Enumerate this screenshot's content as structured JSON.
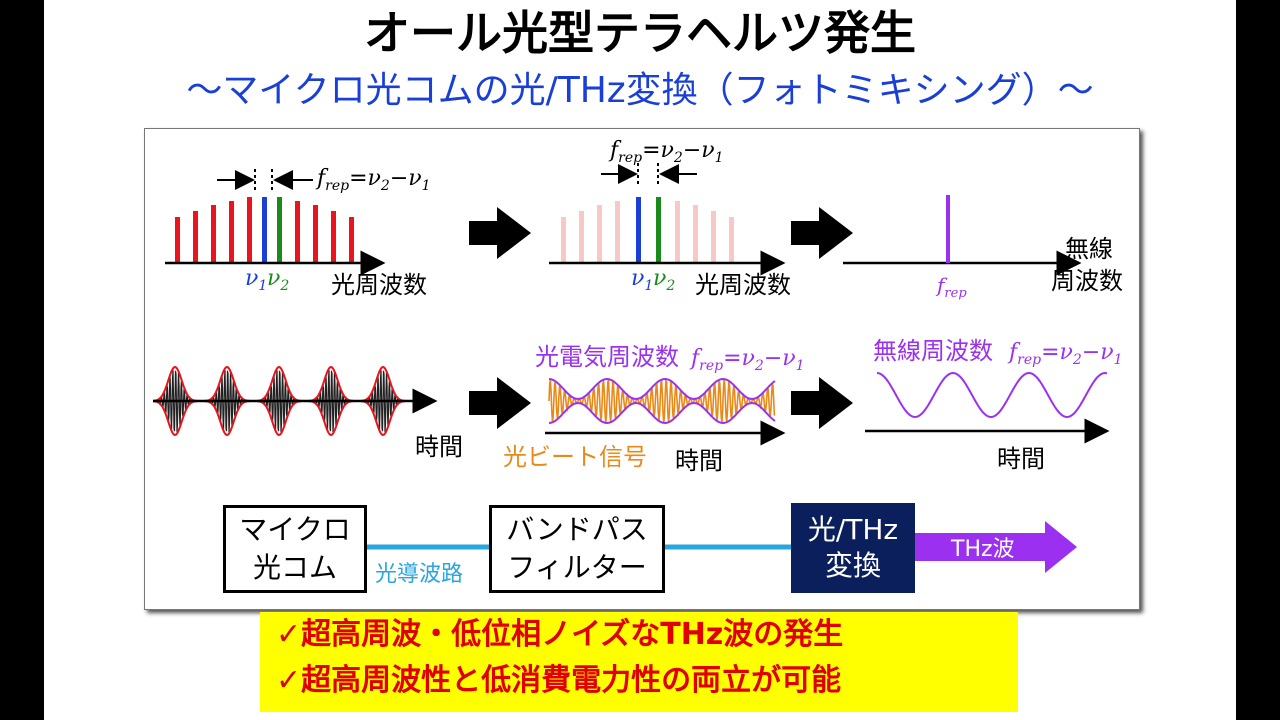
{
  "title": "オール光型テラヘルツ発生",
  "subtitle": "〜マイクロ光コムの光/THz変換（フォトミキシング）〜",
  "colors": {
    "comb_line": "#e8141e",
    "comb_line_faded": "#f7c8c8",
    "nu1_line": "#1a3fd6",
    "nu2_line": "#1a8a1a",
    "frep_line": "#9b30f0",
    "beat_signal": "#e88a1a",
    "optical_envelope": "#9b30f0",
    "waveguide": "#29a6dc",
    "thz_box_bg": "#0a1f5c",
    "thz_arrow": "#9b30f0",
    "summary_bg": "#ffff00",
    "summary_text": "#e00000"
  },
  "spectrum": {
    "frep_label_main": "f",
    "frep_label_sub": "rep",
    "frep_formula_nu2": "ν",
    "frep_formula_nu2_sub": "2",
    "frep_formula_nu1": "ν",
    "frep_formula_nu1_sub": "1",
    "nu1_label": "ν",
    "nu1_sub": "1",
    "nu2_label": "ν",
    "nu2_sub": "2",
    "optical_freq_axis": "光周波数",
    "radio_freq_axis_line1": "無線",
    "radio_freq_axis_line2": "周波数"
  },
  "waveforms": {
    "time_label": "時間",
    "optical_electric_freq": "光電気周波数",
    "optical_beat_signal": "光ビート信号",
    "radio_freq": "無線周波数"
  },
  "flow": {
    "micro_comb_line1": "マイクロ",
    "micro_comb_line2": "光コム",
    "waveguide_label": "光導波路",
    "bandpass_line1": "バンドパス",
    "bandpass_line2": "フィルター",
    "converter_line1": "光/THz",
    "converter_line2": "変換",
    "output_label": "THz波"
  },
  "summary": {
    "point1": "✓超高周波・低位相ノイズなTHz波の発生",
    "point2": "✓超高周波性と低消費電力性の両立が可能"
  }
}
